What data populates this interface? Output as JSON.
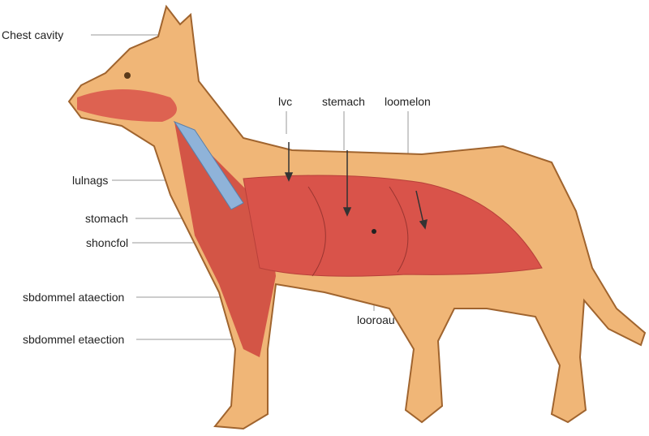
{
  "title": "Dog anatomy diagram",
  "labels": {
    "chest_cavity": "Chest cavity",
    "lungs": "lulnags",
    "stomach_left": "stomach",
    "shoncfol": "shoncfol",
    "abdominal_1": "sbdommel ataection",
    "abdominal_2": "sbdommel etaection",
    "lvc": "lvc",
    "stomach_top": "stemach",
    "loomelon": "loomelon",
    "bottom": "looroau"
  },
  "colors": {
    "fur": "#f0b677",
    "outline": "#a0642e",
    "muscle": "#d9534a",
    "trachea": "#8fb3d9",
    "leader": "#9a9a9a"
  }
}
